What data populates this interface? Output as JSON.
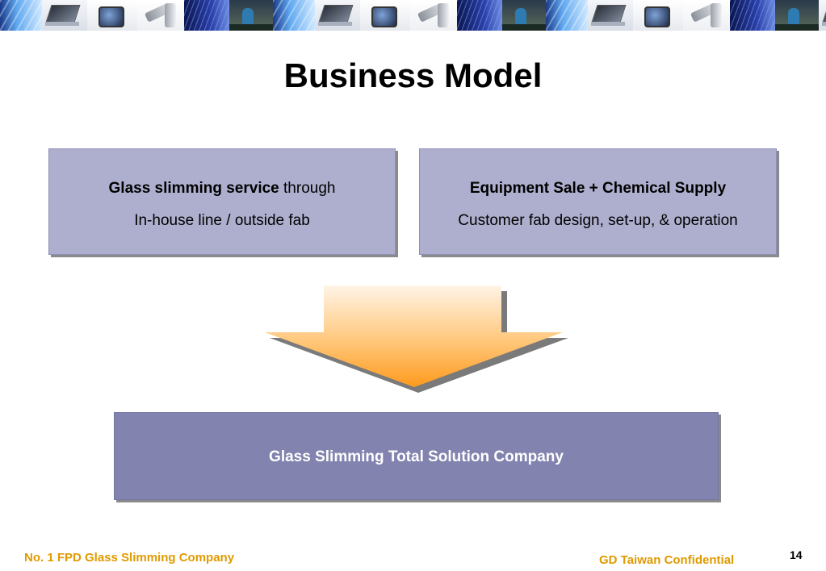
{
  "banner": {
    "tiles": [
      "sky",
      "laptop",
      "device",
      "pen",
      "blue",
      "room",
      "sky",
      "laptop",
      "device",
      "pen",
      "blue",
      "room",
      "sky",
      "laptop",
      "device",
      "pen",
      "blue",
      "room",
      "laptop"
    ]
  },
  "title": "Business Model",
  "left_box": {
    "bold_text": "Glass slimming service",
    "normal_text": " through",
    "line2": "In-house line / outside fab"
  },
  "right_box": {
    "bold_text": "Equipment Sale + Chemical Supply",
    "line2": "Customer fab design, set-up, & operation"
  },
  "result_box": {
    "text": "Glass Slimming Total Solution Company"
  },
  "colors": {
    "top_box_fill": "#aeafcf",
    "result_box_fill": "#8283ae",
    "arrow_top": "#fff4e6",
    "arrow_bottom": "#ff9a1e",
    "footer_text": "#e09a00"
  },
  "footer": {
    "left": "No. 1 FPD Glass Slimming Company",
    "right": "GD Taiwan Confidential",
    "page_number": "14"
  }
}
